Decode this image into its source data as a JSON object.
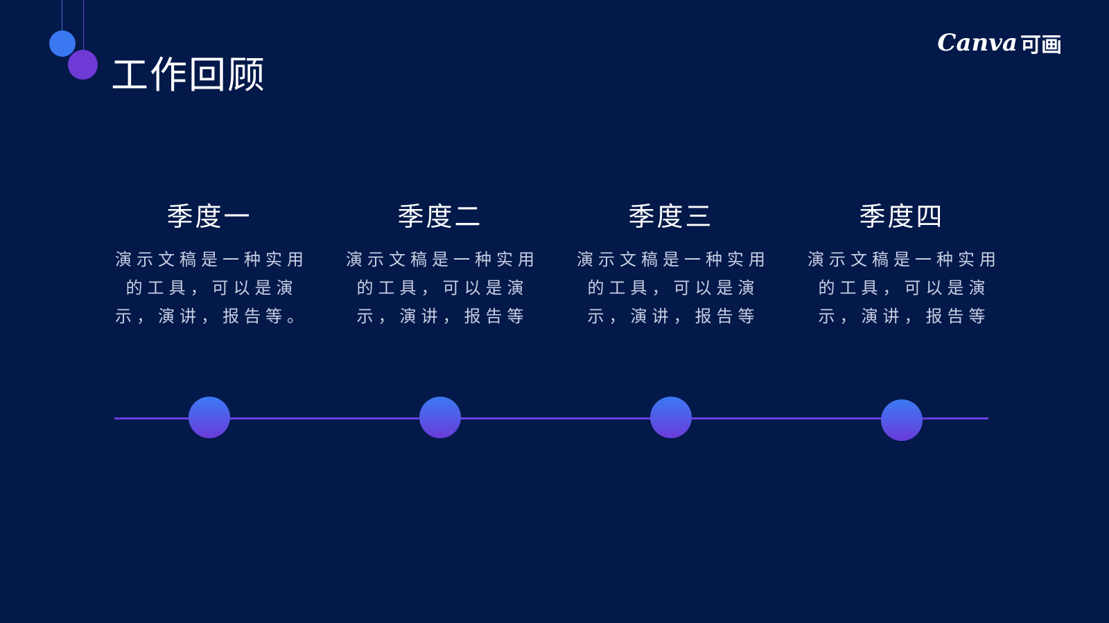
{
  "slide": {
    "title": "工作回顾",
    "logo": {
      "latin": "Canva",
      "chinese": "可画"
    },
    "quarters": [
      {
        "title": "季度一",
        "desc_lines": [
          "演示文稿是一种实用",
          "的工具，可以是演",
          "示，演讲，报告等。"
        ]
      },
      {
        "title": "季度二",
        "desc_lines": [
          "演示文稿是一种实用",
          "的工具，可以是演",
          "示，演讲，报告等"
        ]
      },
      {
        "title": "季度三",
        "desc_lines": [
          "演示文稿是一种实用",
          "的工具，可以是演",
          "示，演讲，报告等"
        ]
      },
      {
        "title": "季度四",
        "desc_lines": [
          "演示文稿是一种实用",
          "的工具，可以是演",
          "示，演讲，报告等"
        ]
      }
    ]
  },
  "colors": {
    "background": "#03194a",
    "accent_blue": "#3a78f2",
    "accent_purple": "#6d3ad6",
    "text_primary": "#ffffff",
    "text_secondary": "#c9cfe3"
  }
}
